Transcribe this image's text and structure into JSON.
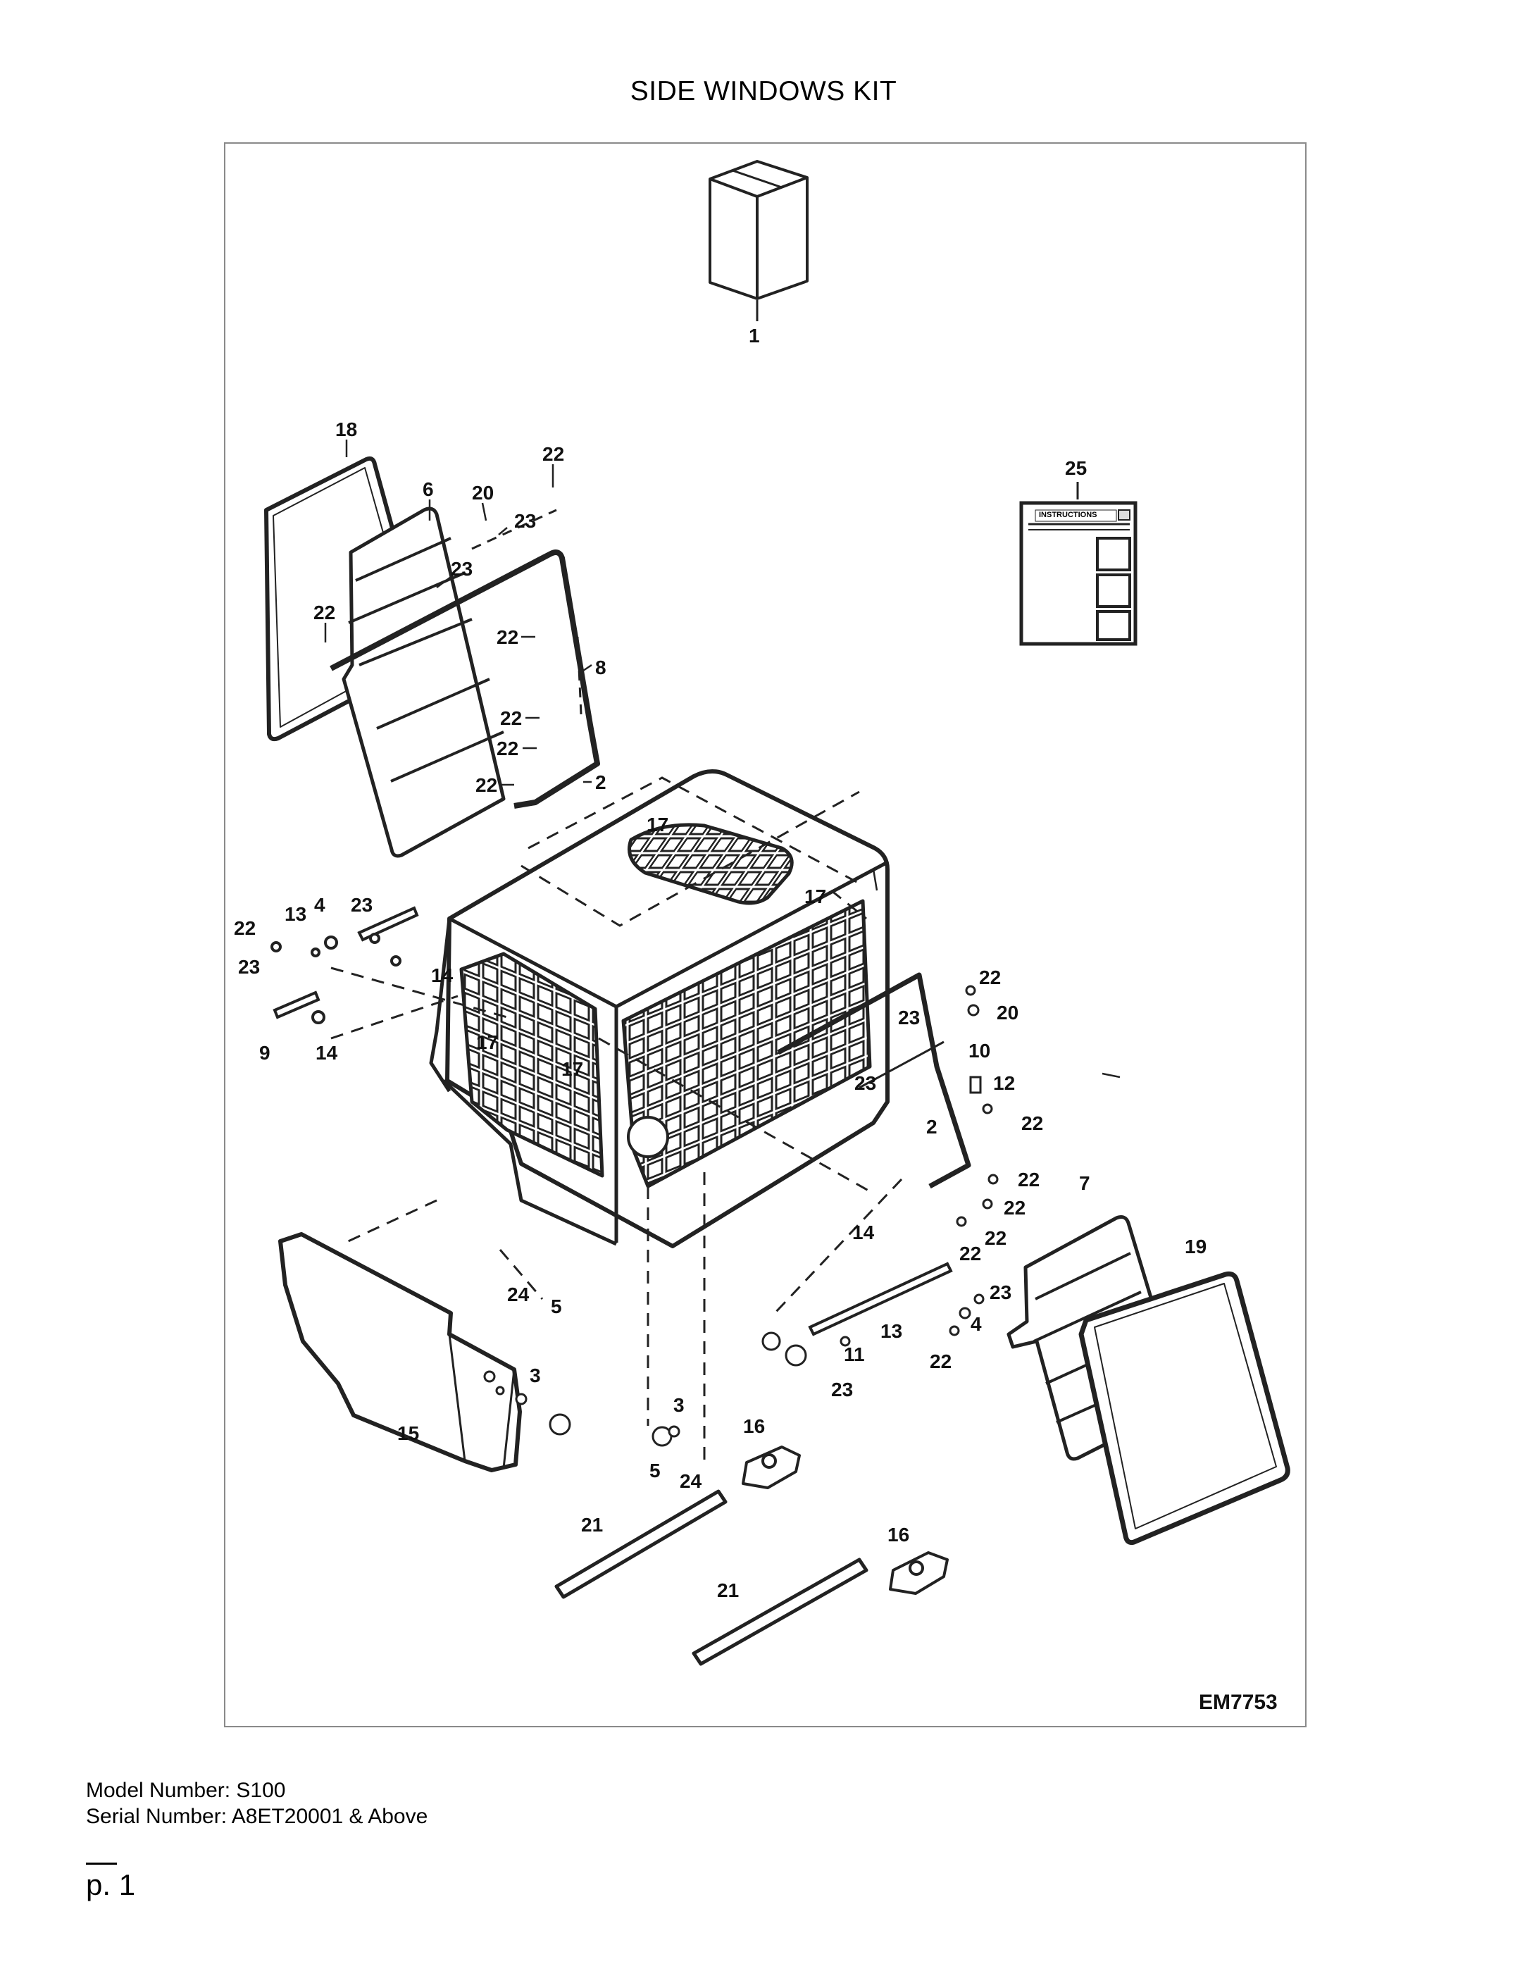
{
  "title": "SIDE WINDOWS KIT",
  "figure_code": "EM7753",
  "instructions_label": "INSTRUCTIONS",
  "callouts": [
    {
      "id": "c1",
      "label": "1"
    },
    {
      "id": "c18",
      "label": "18"
    },
    {
      "id": "c6",
      "label": "6"
    },
    {
      "id": "c20a",
      "label": "20"
    },
    {
      "id": "c22a",
      "label": "22"
    },
    {
      "id": "c23a",
      "label": "23"
    },
    {
      "id": "c23b",
      "label": "23"
    },
    {
      "id": "c22b",
      "label": "22"
    },
    {
      "id": "c22c",
      "label": "22"
    },
    {
      "id": "c8",
      "label": "8"
    },
    {
      "id": "c22d",
      "label": "22"
    },
    {
      "id": "c22e",
      "label": "22"
    },
    {
      "id": "c22f",
      "label": "22"
    },
    {
      "id": "c2a",
      "label": "2"
    },
    {
      "id": "c25",
      "label": "25"
    },
    {
      "id": "c17a",
      "label": "17"
    },
    {
      "id": "c17b",
      "label": "17"
    },
    {
      "id": "c13a",
      "label": "13"
    },
    {
      "id": "c4a",
      "label": "4"
    },
    {
      "id": "c23c",
      "label": "23"
    },
    {
      "id": "c22g",
      "label": "22"
    },
    {
      "id": "c23d",
      "label": "23"
    },
    {
      "id": "c14a",
      "label": "14"
    },
    {
      "id": "c9",
      "label": "9"
    },
    {
      "id": "c14b",
      "label": "14"
    },
    {
      "id": "c17c",
      "label": "17"
    },
    {
      "id": "c17d",
      "label": "17"
    },
    {
      "id": "c22h",
      "label": "22"
    },
    {
      "id": "c20b",
      "label": "20"
    },
    {
      "id": "c23e",
      "label": "23"
    },
    {
      "id": "c10",
      "label": "10"
    },
    {
      "id": "c23f",
      "label": "23"
    },
    {
      "id": "c12",
      "label": "12"
    },
    {
      "id": "c22i",
      "label": "22"
    },
    {
      "id": "c2b",
      "label": "2"
    },
    {
      "id": "c22j",
      "label": "22"
    },
    {
      "id": "c22k",
      "label": "22"
    },
    {
      "id": "c7",
      "label": "7"
    },
    {
      "id": "c19",
      "label": "19"
    },
    {
      "id": "c22l",
      "label": "22"
    },
    {
      "id": "c14c",
      "label": "14"
    },
    {
      "id": "c22m",
      "label": "22"
    },
    {
      "id": "c23g",
      "label": "23"
    },
    {
      "id": "c4b",
      "label": "4"
    },
    {
      "id": "c13b",
      "label": "13"
    },
    {
      "id": "c11",
      "label": "11"
    },
    {
      "id": "c22n",
      "label": "22"
    },
    {
      "id": "c23h",
      "label": "23"
    },
    {
      "id": "c24a",
      "label": "24"
    },
    {
      "id": "c5a",
      "label": "5"
    },
    {
      "id": "c3a",
      "label": "3"
    },
    {
      "id": "c15",
      "label": "15"
    },
    {
      "id": "c3b",
      "label": "3"
    },
    {
      "id": "c16a",
      "label": "16"
    },
    {
      "id": "c5b",
      "label": "5"
    },
    {
      "id": "c24b",
      "label": "24"
    },
    {
      "id": "c16b",
      "label": "16"
    },
    {
      "id": "c21a",
      "label": "21"
    },
    {
      "id": "c21b",
      "label": "21"
    }
  ],
  "footer": {
    "model_number": "Model Number: S100",
    "serial_number": "Serial Number: A8ET20001 & Above",
    "page": "p. 1"
  }
}
